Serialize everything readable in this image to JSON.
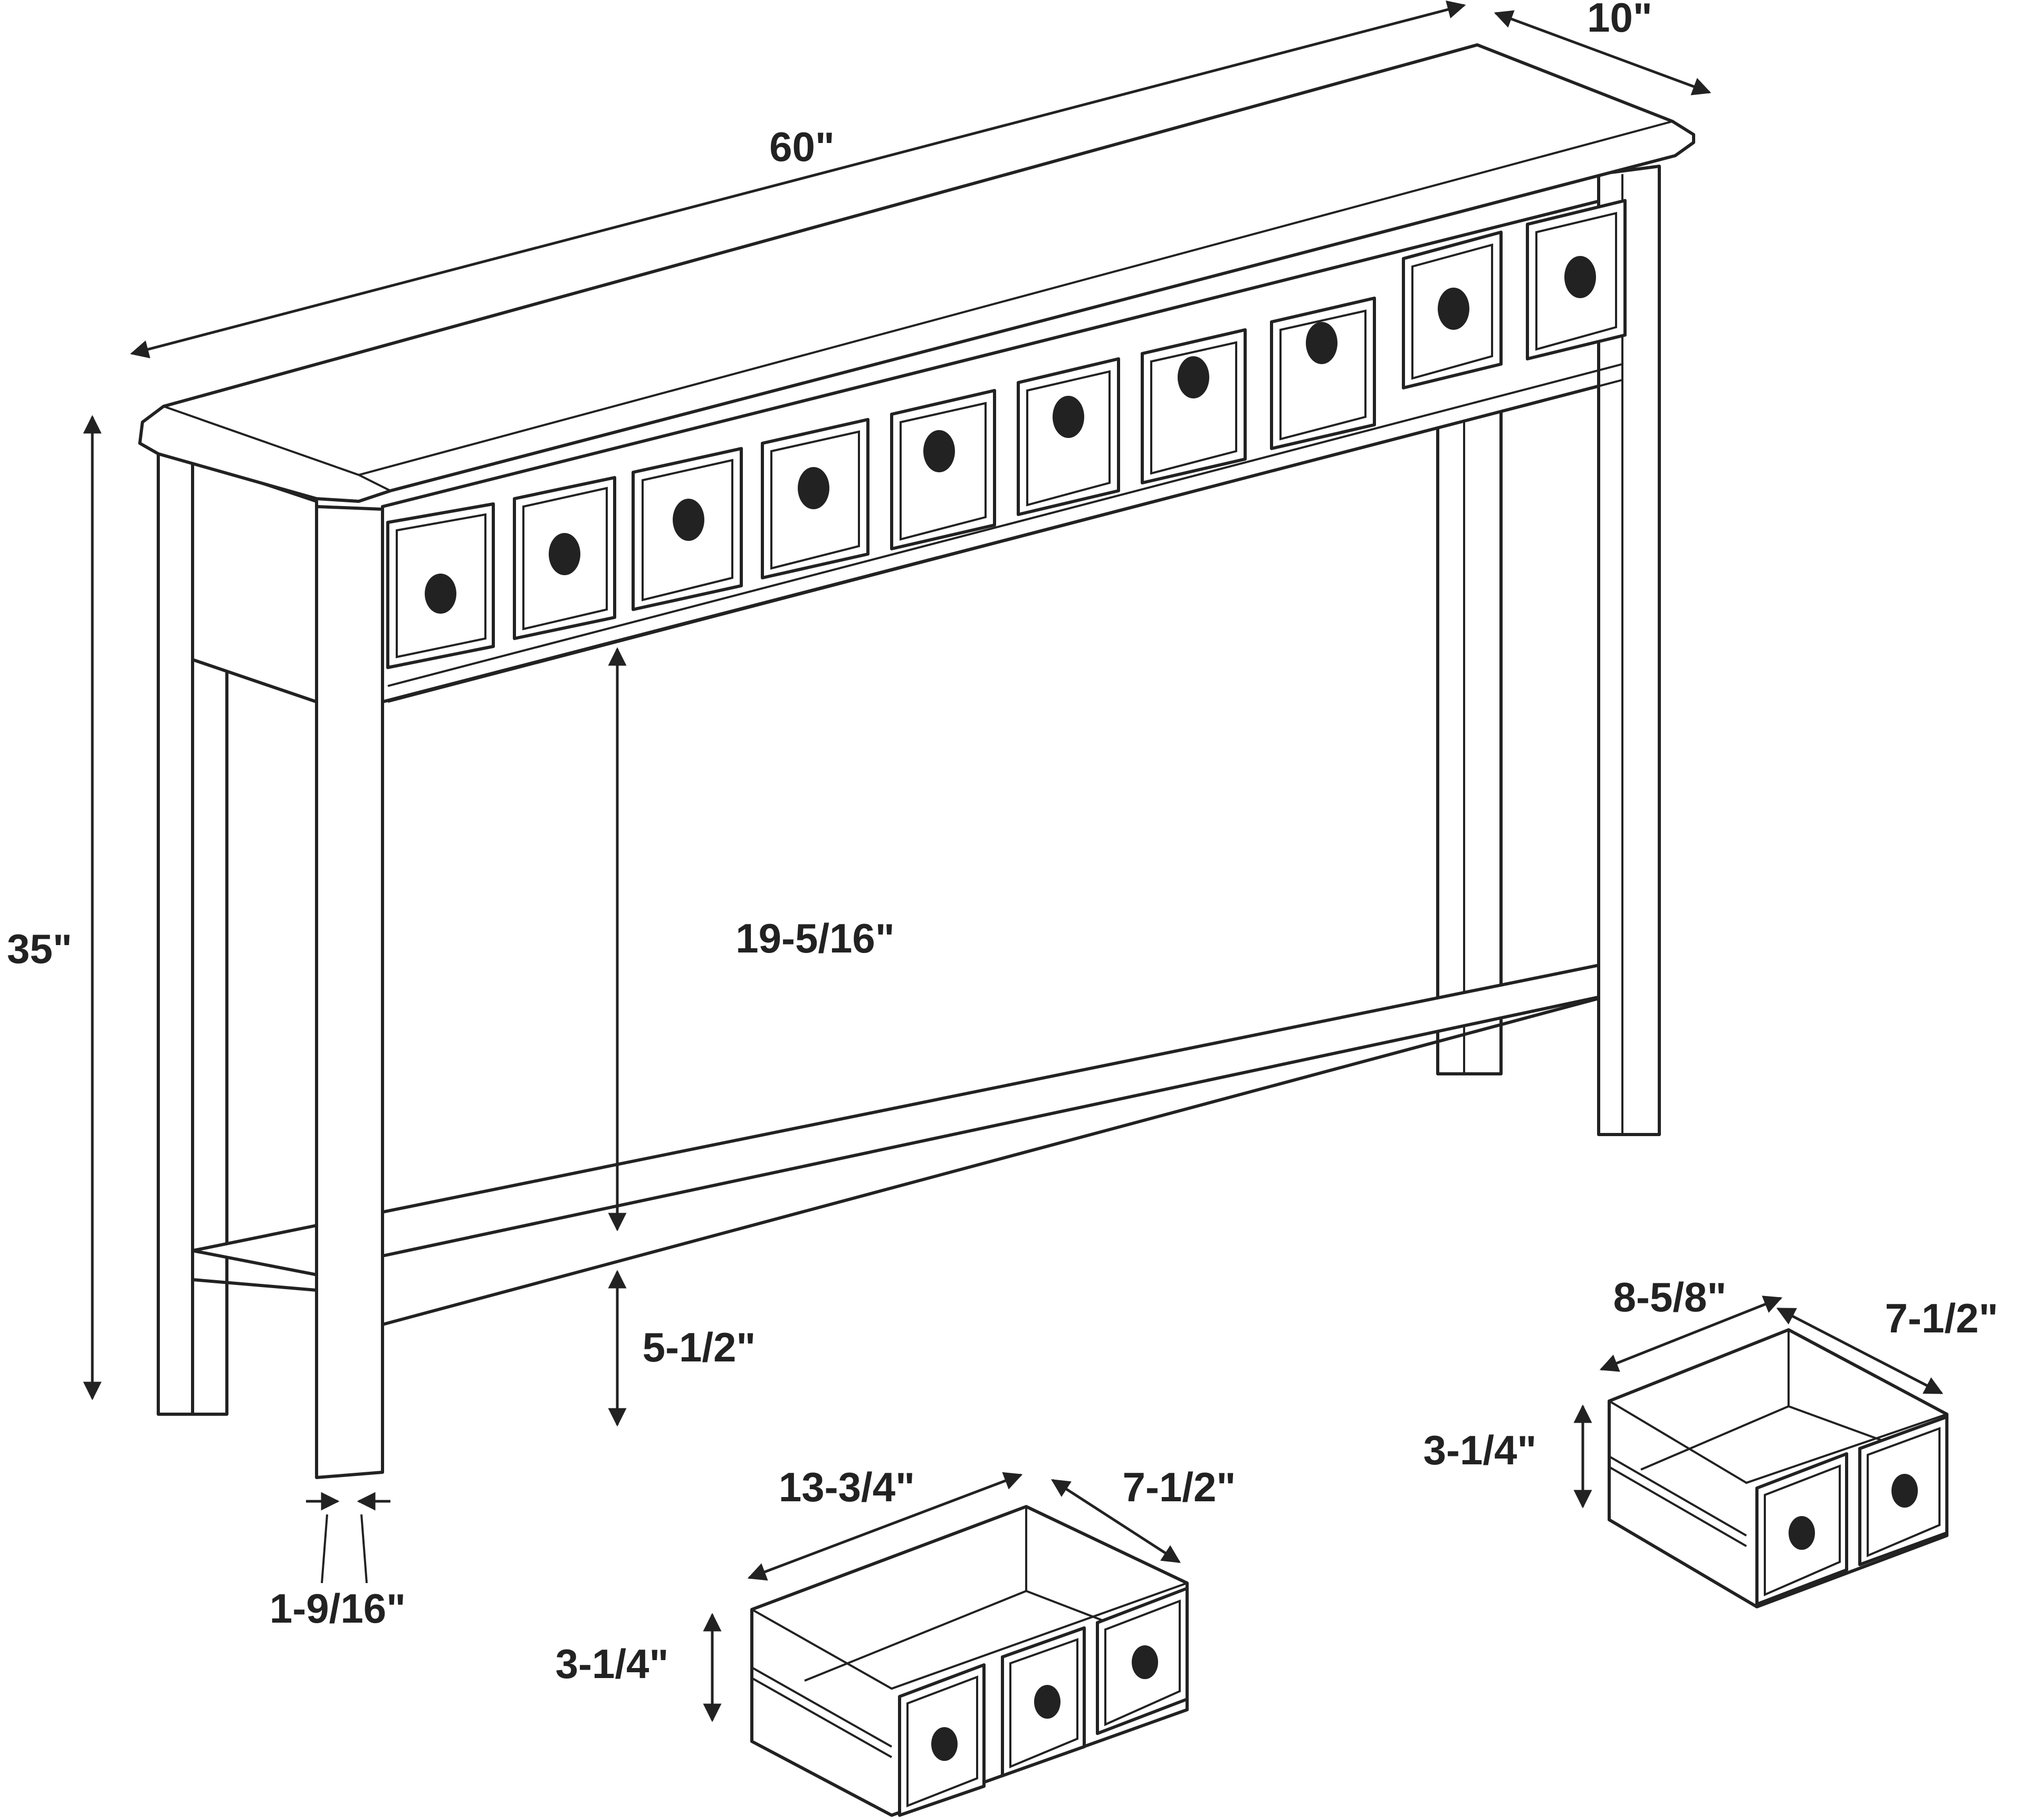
{
  "dimensions": {
    "overall_length": "60\"",
    "overall_depth": "10\"",
    "overall_height": "35\"",
    "shelf_clearance": "19-5/16\"",
    "shelf_height_from_floor": "5-1/2\"",
    "leg_width": "1-9/16\""
  },
  "large_drawer": {
    "width": "13-3/4\"",
    "depth": "7-1/2\"",
    "height": "3-1/4\""
  },
  "small_drawer": {
    "width": "8-5/8\"",
    "depth": "7-1/2\"",
    "height": "3-1/4\""
  },
  "drawer_count": 10,
  "line_color": "#222222"
}
